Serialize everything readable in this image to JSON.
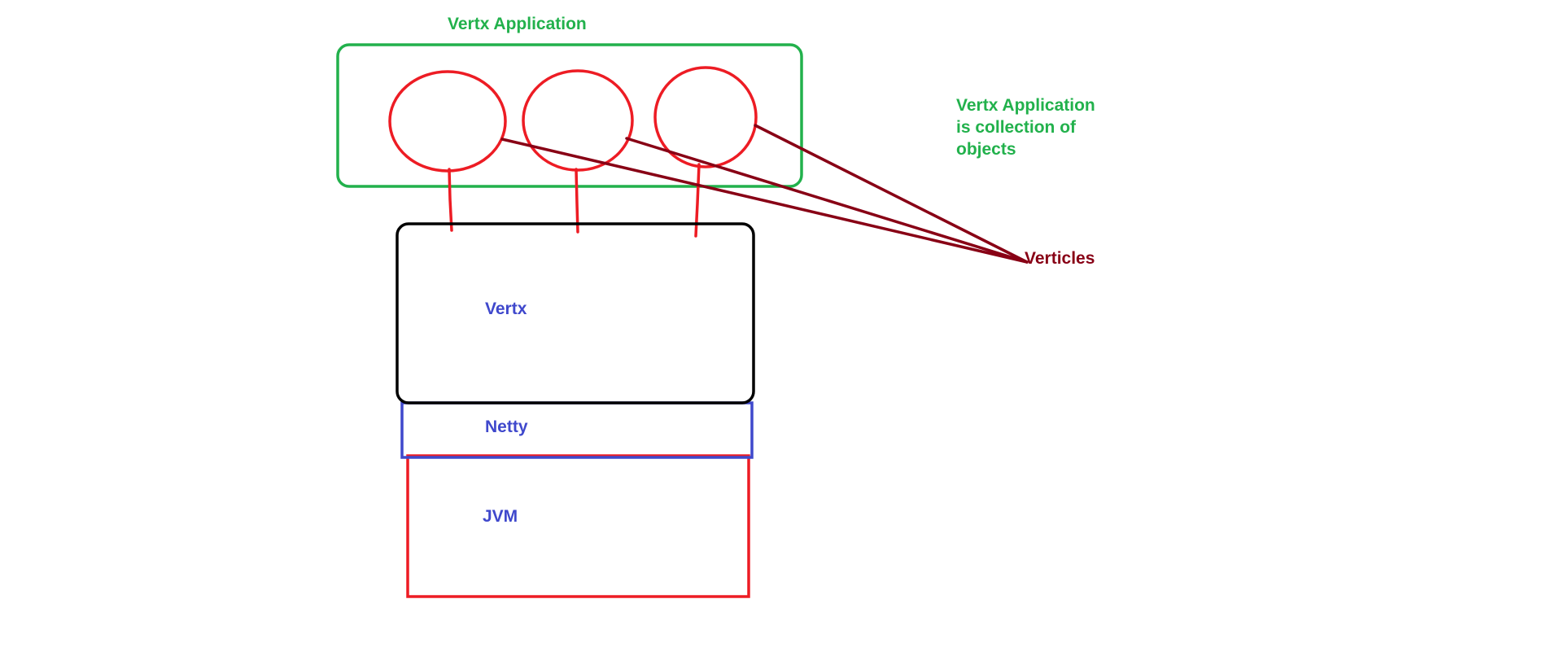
{
  "colors": {
    "green": "#22b14c",
    "red": "#ed1c24",
    "dark_red": "#880015",
    "blue": "#3f48cc",
    "black": "#000000",
    "background": "#ffffff"
  },
  "labels": {
    "app_title": "Vertx Application",
    "app_description": "Vertx Application\nis collection of\nobjects",
    "verticles": "Verticles",
    "vertx": "Vertx",
    "netty": "Netty",
    "jvm": "JVM"
  }
}
